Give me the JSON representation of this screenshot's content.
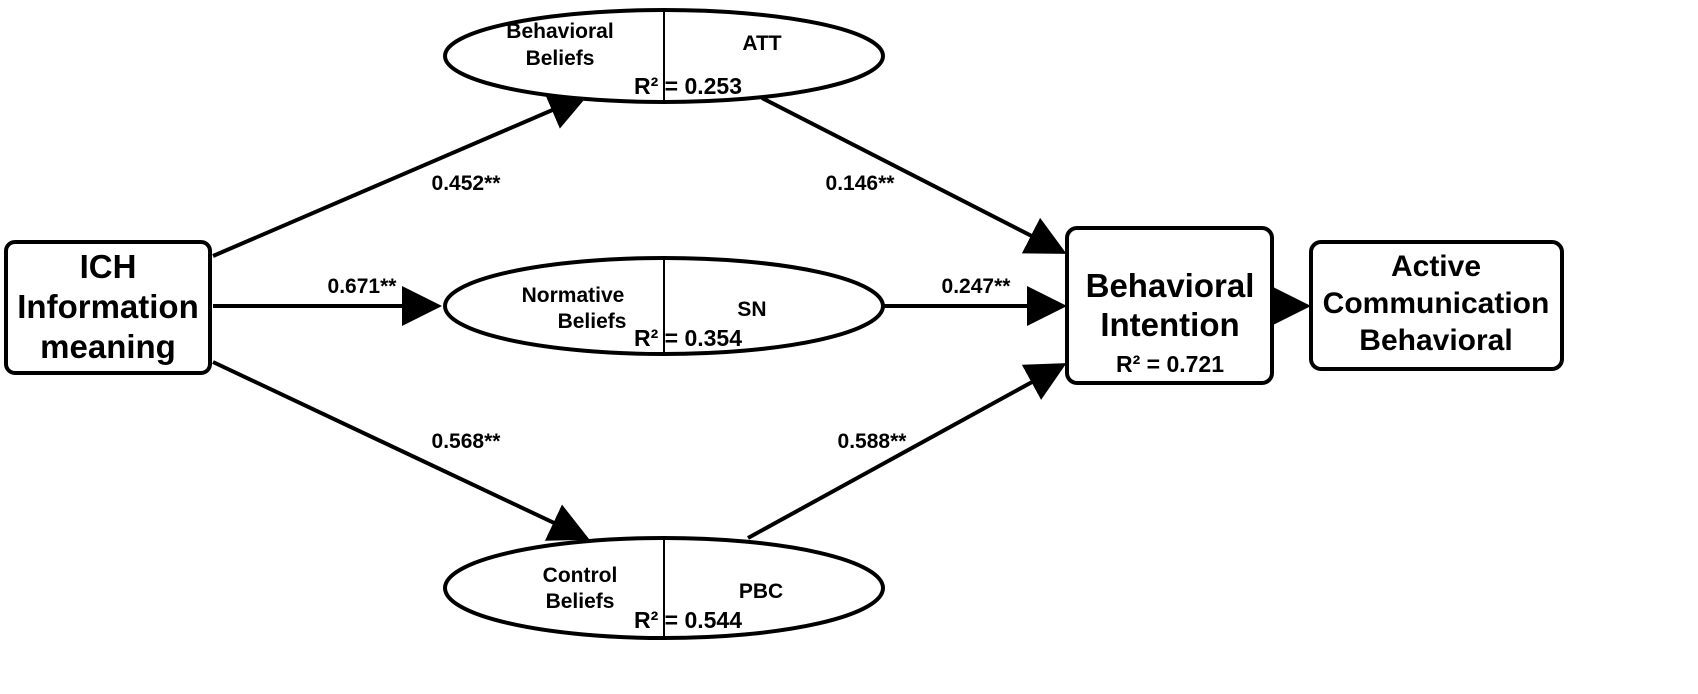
{
  "nodes": {
    "ich": {
      "lines": [
        "ICH",
        "Information",
        "meaning"
      ]
    },
    "intention": {
      "lines": [
        "Behavioral",
        "Intention"
      ],
      "r2": "R² = 0.721"
    },
    "active": {
      "lines": [
        "Active",
        "Communication",
        "Behavioral"
      ]
    },
    "att": {
      "left_lines": [
        "Behavioral",
        "Beliefs"
      ],
      "right": "ATT",
      "r2": "R² = 0.253"
    },
    "sn": {
      "left_lines": [
        "Normative",
        "Beliefs"
      ],
      "right": "SN",
      "r2": "R² = 0.354"
    },
    "pbc": {
      "left_lines": [
        "Control",
        "Beliefs"
      ],
      "right": "PBC",
      "r2": "R² = 0.544"
    }
  },
  "paths": {
    "ich_att": "0.452**",
    "ich_sn": "0.671**",
    "ich_pbc": "0.568**",
    "att_bi": "0.146**",
    "sn_bi": "0.247**",
    "pbc_bi": "0.588**"
  }
}
